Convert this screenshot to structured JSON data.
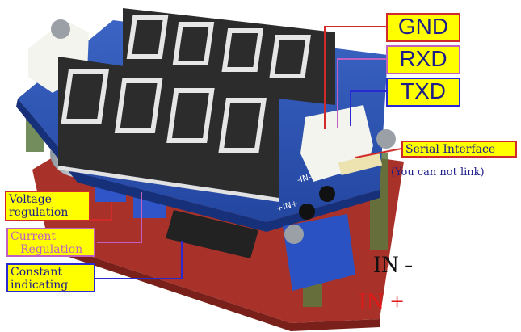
{
  "pin_labels": {
    "gnd": "GND",
    "rxd": "RXD",
    "txd": "TXD"
  },
  "callouts": {
    "serial_interface": "Serial Interface",
    "no_link": "(You can not link)",
    "voltage_regulation": [
      "Voltage",
      "regulation"
    ],
    "current_regulation": [
      "Current",
      "Regulation"
    ],
    "constant_indicating": [
      "Constant",
      "indicating"
    ]
  },
  "inputs": {
    "in_minus": "IN -",
    "in_plus": "IN +"
  },
  "board_silkscreen": {
    "in_minus": "-IN-",
    "in_plus": "+IN+"
  },
  "colors": {
    "pcb_blue": "#2f57b4",
    "pcb_red": "#b03a2e",
    "led_segment": "#e6e6e6",
    "pin_gnd_border": "#d02a2a",
    "pin_rxd_border": "#c060c0",
    "pin_txd_border": "#2a2ad0",
    "label_yellow": "#ffff00",
    "in_plus_red": "#e01818"
  }
}
